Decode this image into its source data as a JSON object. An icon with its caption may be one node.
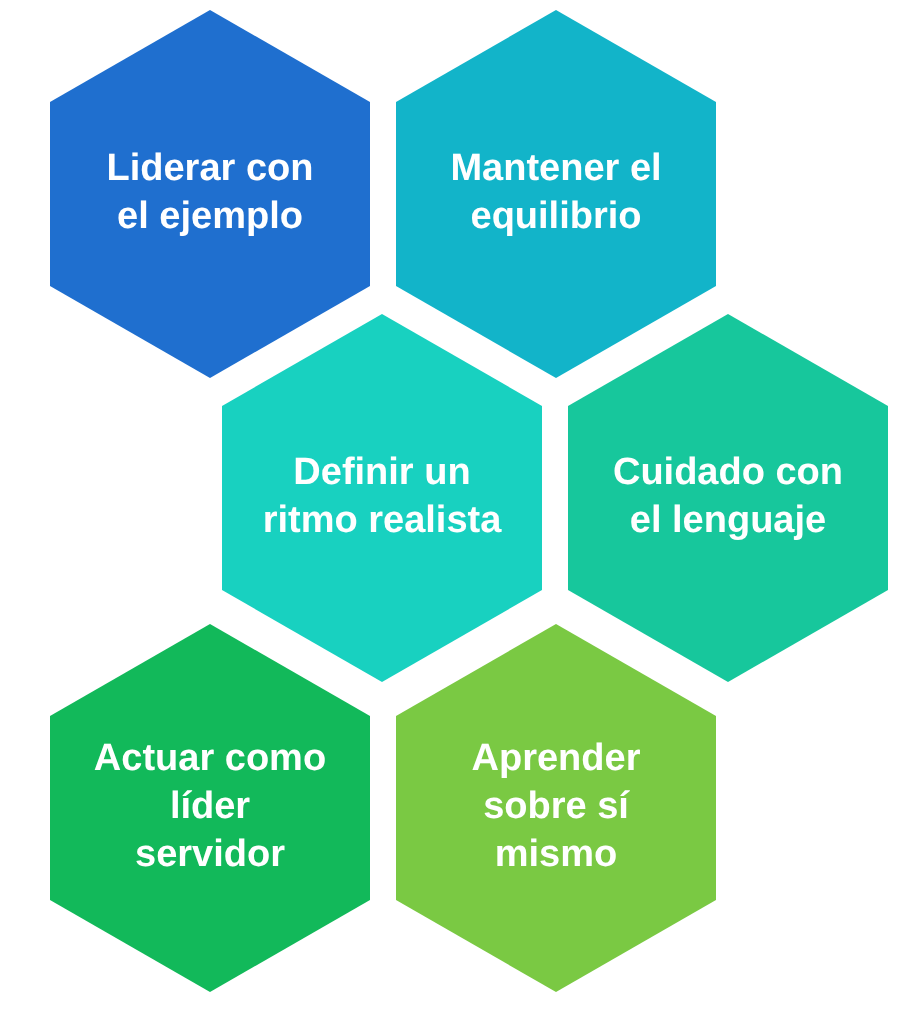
{
  "diagram": {
    "nodes": [
      {
        "text": [
          "Liderar con el ejemplo"
        ]
      },
      {
        "text": [
          "Mantener el equilibrio"
        ]
      },
      {
        "text": [
          "Definir un ritmo realista"
        ]
      },
      {
        "text": [
          "Cuidado con el lenguaje"
        ]
      },
      {
        "text": [
          "Actuar como líder servidor"
        ]
      },
      {
        "text": [
          "Aprender sobre sí mismo"
        ]
      }
    ]
  }
}
